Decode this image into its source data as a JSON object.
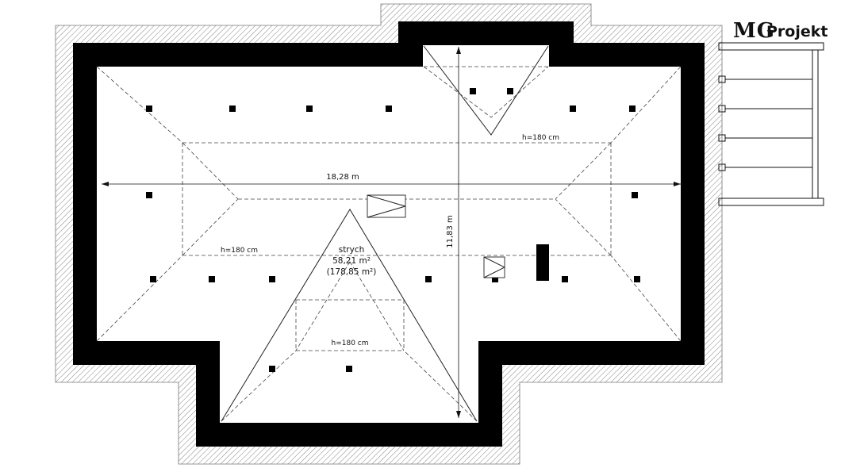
{
  "logo": {
    "mg": "MG",
    "projekt": "Projekt"
  },
  "labels": {
    "room_name": "strych",
    "room_area": "58,21 m²",
    "room_area_total": "(178,85 m²)",
    "dim_width": "18,28 m",
    "dim_height": "11,83 m",
    "height_label_top": "h=180 cm",
    "height_label_left": "h=180 cm",
    "height_label_bottom": "h=180 cm"
  },
  "colors": {
    "wall": "#000000",
    "paper": "#ffffff",
    "accent_line": "#444444"
  }
}
